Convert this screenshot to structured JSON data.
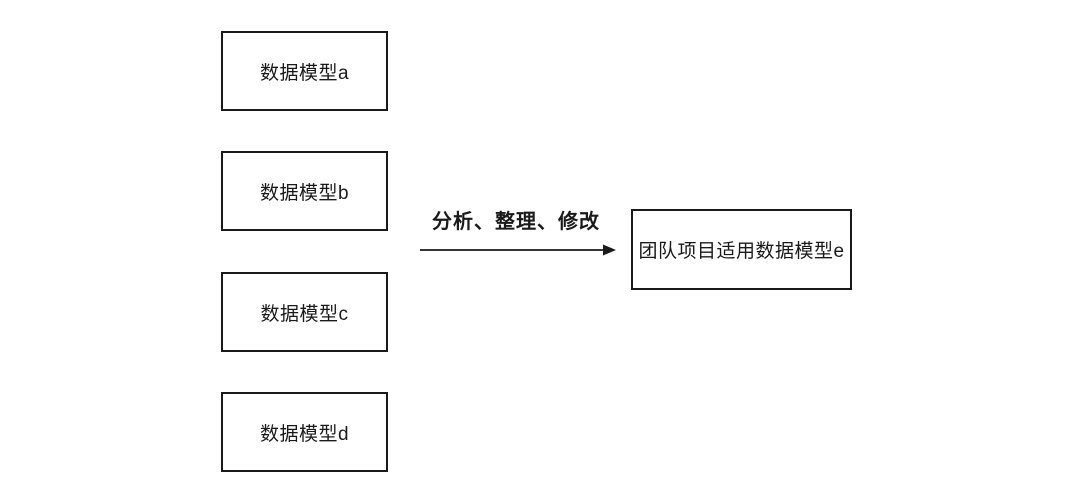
{
  "diagram": {
    "title": "data-model-merge-flow",
    "colors": {
      "background": "#ffffff",
      "line": "#1a1a1a",
      "text": "#1a1a1a"
    },
    "source_boxes": [
      {
        "label": "数据模型a"
      },
      {
        "label": "数据模型b"
      },
      {
        "label": "数据模型c"
      },
      {
        "label": "数据模型d"
      }
    ],
    "arrow": {
      "label": "分析、整理、修改",
      "direction": "right"
    },
    "result_box": {
      "label": "团队项目适用数据模型e"
    }
  }
}
